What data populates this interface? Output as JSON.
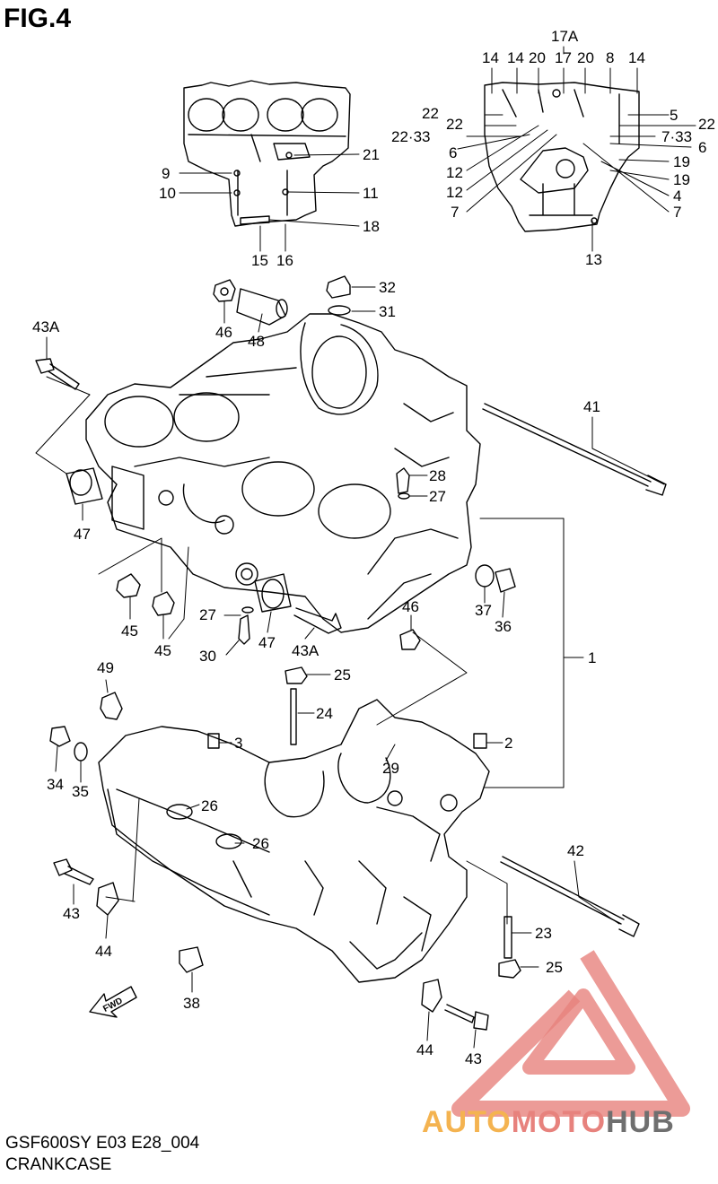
{
  "header": {
    "title": "FIG.4"
  },
  "footer": {
    "model_code": "GSF600SY E03 E28_004",
    "assembly_name": "CRANKCASE"
  },
  "watermark": {
    "part1": "AUTO",
    "part2": "MOTO",
    "part3": "HUB",
    "color_orange": "#f4b350",
    "color_salmon": "#e7827d",
    "color_grey": "#6f6f6f"
  },
  "direction_arrow": {
    "label": "FWD"
  },
  "callouts": [
    {
      "id": "c-17a-top",
      "label": "17A"
    },
    {
      "id": "c-14a",
      "label": "14"
    },
    {
      "id": "c-14b",
      "label": "14"
    },
    {
      "id": "c-20a",
      "label": "20"
    },
    {
      "id": "c-17",
      "label": "17"
    },
    {
      "id": "c-20b",
      "label": "20"
    },
    {
      "id": "c-8",
      "label": "8"
    },
    {
      "id": "c-14c",
      "label": "14"
    },
    {
      "id": "c-22a",
      "label": "22"
    },
    {
      "id": "c-22b",
      "label": "22"
    },
    {
      "id": "c-2233",
      "label": "22·33"
    },
    {
      "id": "c-6a",
      "label": "6"
    },
    {
      "id": "c-12a",
      "label": "12"
    },
    {
      "id": "c-12b",
      "label": "12"
    },
    {
      "id": "c-7a",
      "label": "7"
    },
    {
      "id": "c-5",
      "label": "5"
    },
    {
      "id": "c-22c",
      "label": "22"
    },
    {
      "id": "c-733",
      "label": "7·33"
    },
    {
      "id": "c-6b",
      "label": "6"
    },
    {
      "id": "c-19a",
      "label": "19"
    },
    {
      "id": "c-19b",
      "label": "19"
    },
    {
      "id": "c-4",
      "label": "4"
    },
    {
      "id": "c-7b",
      "label": "7"
    },
    {
      "id": "c-13",
      "label": "13"
    },
    {
      "id": "c-9",
      "label": "9"
    },
    {
      "id": "c-10",
      "label": "10"
    },
    {
      "id": "c-21",
      "label": "21"
    },
    {
      "id": "c-11",
      "label": "11"
    },
    {
      "id": "c-18",
      "label": "18"
    },
    {
      "id": "c-15",
      "label": "15"
    },
    {
      "id": "c-16",
      "label": "16"
    },
    {
      "id": "c-32",
      "label": "32"
    },
    {
      "id": "c-31",
      "label": "31"
    },
    {
      "id": "c-46a",
      "label": "46"
    },
    {
      "id": "c-48",
      "label": "48"
    },
    {
      "id": "c-43a-top",
      "label": "43A"
    },
    {
      "id": "c-41",
      "label": "41"
    },
    {
      "id": "c-28",
      "label": "28"
    },
    {
      "id": "c-27a",
      "label": "27"
    },
    {
      "id": "c-47a",
      "label": "47"
    },
    {
      "id": "c-45a",
      "label": "45"
    },
    {
      "id": "c-45b",
      "label": "45"
    },
    {
      "id": "c-27b",
      "label": "27"
    },
    {
      "id": "c-47b",
      "label": "47"
    },
    {
      "id": "c-30",
      "label": "30"
    },
    {
      "id": "c-43a-mid",
      "label": "43A"
    },
    {
      "id": "c-46b",
      "label": "46"
    },
    {
      "id": "c-37",
      "label": "37"
    },
    {
      "id": "c-36",
      "label": "36"
    },
    {
      "id": "c-1",
      "label": "1"
    },
    {
      "id": "c-49",
      "label": "49"
    },
    {
      "id": "c-25a",
      "label": "25"
    },
    {
      "id": "c-24",
      "label": "24"
    },
    {
      "id": "c-3",
      "label": "3"
    },
    {
      "id": "c-2",
      "label": "2"
    },
    {
      "id": "c-29",
      "label": "29"
    },
    {
      "id": "c-34",
      "label": "34"
    },
    {
      "id": "c-35",
      "label": "35"
    },
    {
      "id": "c-26a",
      "label": "26"
    },
    {
      "id": "c-26b",
      "label": "26"
    },
    {
      "id": "c-42",
      "label": "42"
    },
    {
      "id": "c-43a",
      "label": "43"
    },
    {
      "id": "c-44a",
      "label": "44"
    },
    {
      "id": "c-23",
      "label": "23"
    },
    {
      "id": "c-25b",
      "label": "25"
    },
    {
      "id": "c-38",
      "label": "38"
    },
    {
      "id": "c-44b",
      "label": "44"
    },
    {
      "id": "c-43b",
      "label": "43"
    }
  ]
}
